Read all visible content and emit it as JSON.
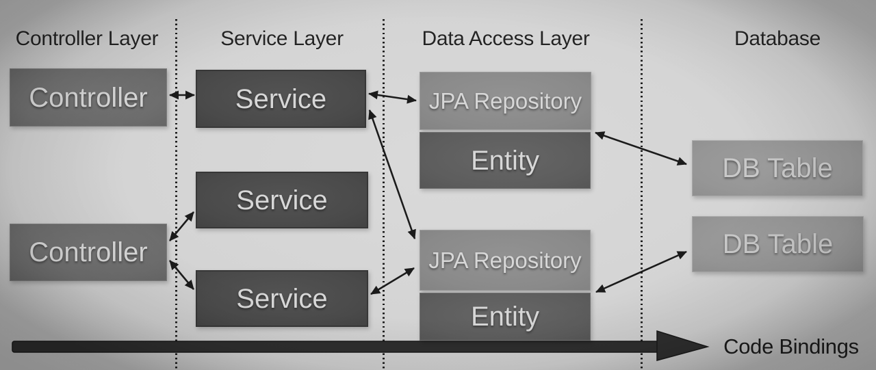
{
  "layers": [
    {
      "id": "controller-layer",
      "label": "Controller Layer"
    },
    {
      "id": "service-layer",
      "label": "Service Layer"
    },
    {
      "id": "data-access-layer",
      "label": "Data Access Layer"
    },
    {
      "id": "database",
      "label": "Database"
    }
  ],
  "nodes": {
    "controller_1": {
      "label": "Controller",
      "layer": "Controller Layer"
    },
    "controller_2": {
      "label": "Controller",
      "layer": "Controller Layer"
    },
    "service_1": {
      "label": "Service",
      "layer": "Service Layer"
    },
    "service_2": {
      "label": "Service",
      "layer": "Service Layer"
    },
    "service_3": {
      "label": "Service",
      "layer": "Service Layer"
    },
    "jpa_repository_1": {
      "label": "JPA Repository",
      "layer": "Data Access Layer"
    },
    "entity_1": {
      "label": "Entity",
      "layer": "Data Access Layer"
    },
    "jpa_repository_2": {
      "label": "JPA Repository",
      "layer": "Data Access Layer"
    },
    "entity_2": {
      "label": "Entity",
      "layer": "Data Access Layer"
    },
    "db_table_1": {
      "label": "DB Table",
      "layer": "Database"
    },
    "db_table_2": {
      "label": "DB Table",
      "layer": "Database"
    }
  },
  "edges": [
    {
      "from": "controller_1",
      "to": "service_1",
      "bidirectional": true
    },
    {
      "from": "service_1",
      "to": "jpa_repository_1",
      "bidirectional": true
    },
    {
      "from": "service_1",
      "to": "jpa_repository_2",
      "bidirectional": true
    },
    {
      "from": "controller_2",
      "to": "service_2",
      "bidirectional": true
    },
    {
      "from": "controller_2",
      "to": "service_3",
      "bidirectional": true
    },
    {
      "from": "service_3",
      "to": "jpa_repository_2",
      "bidirectional": true
    },
    {
      "from": "entity_1",
      "to": "db_table_1",
      "bidirectional": true
    },
    {
      "from": "entity_2",
      "to": "db_table_2",
      "bidirectional": true
    }
  ],
  "flow_arrow": {
    "label": "Code Bindings",
    "direction": "left-to-right"
  },
  "colors": {
    "background": "#d4d4d4",
    "controller_box": "#6f6f6f",
    "service_box": "#4a4a4a",
    "jpa_repository_box": "#8a8a8a",
    "entity_box": "#5d5d5d",
    "db_table_box": "#969696",
    "box_text": "#d7d7d7",
    "header_text": "#242424",
    "arrow": "#1c1c1c",
    "flow_arrow_fill": "#2e2e2e"
  }
}
